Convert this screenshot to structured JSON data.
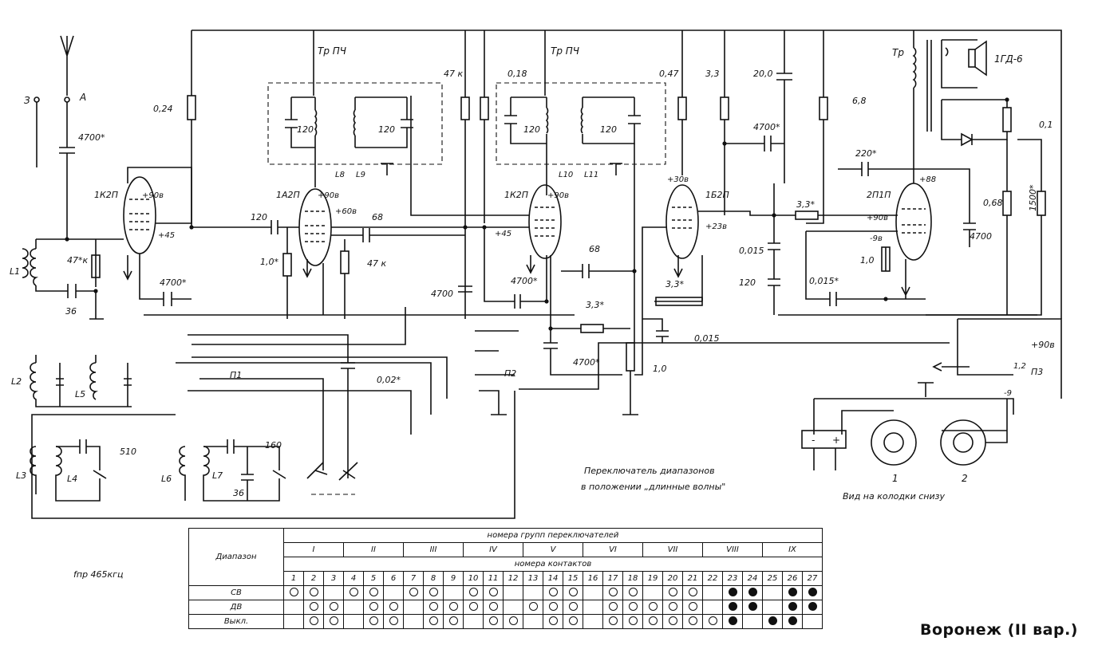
{
  "title": "Воронеж (II вар.)",
  "labels": {
    "tr_pch_1": "Тр ПЧ",
    "tr_pch_2": "Тр ПЧ",
    "tr_out": "Тр",
    "speaker": "1ГД-6",
    "ant_3": "З",
    "ant_a": "А",
    "c4700_ant": "4700*",
    "r024": "0,24",
    "r47k_top": "47 к",
    "r018": "0,18",
    "r047": "0,47",
    "r33_top": "3,3",
    "c200": "20,0",
    "r68": "6,8",
    "c4700_dec": "4700*",
    "c220": "220*",
    "r01": "0,1",
    "r068": "0,68",
    "r1500": "1500*",
    "v1": "1К2П",
    "v2": "1А2П",
    "v3": "1К2П",
    "v4": "1Б2П",
    "v5": "2П1П",
    "v1_90": "+90в",
    "v2_90": "+90в",
    "v2_60": "+60в",
    "v3_90": "+90в",
    "v1_45": "+45",
    "v3_45": "+45",
    "v4_30": "+30в",
    "v4_23": "+23в",
    "v5_88": "+88",
    "v5_90": "+90в",
    "v5_9": "-9в",
    "c120_a": "120",
    "c120_b": "120",
    "c120_c": "120",
    "c120_d": "120",
    "c120_grid": "120",
    "c68_a": "68",
    "c68_b": "68",
    "l8": "L8",
    "l9": "L9",
    "l10": "L10",
    "l11": "L11",
    "l1": "L1",
    "l2": "L2",
    "l3": "L3",
    "l4": "L4",
    "l5": "L5",
    "l6": "L6",
    "l7": "L7",
    "r47k_l1": "47*к",
    "c36_a": "36",
    "c36_b": "36",
    "c4700_v1": "4700*",
    "r10_a": "1,0*",
    "r47k_v2": "47 к",
    "c4700_mid": "4700",
    "c4700_v3": "4700*",
    "r33_d": "3,3*",
    "r33_e": "3,3*",
    "r33_f": "3,3*",
    "c0015_a": "0,015",
    "c0015_b": "0,015",
    "c0015_c": "0,015*",
    "c120_e": "120",
    "r10_b": "1,0",
    "r10_c": "1,0",
    "c4700_f": "4700*",
    "c4700_g": "4700",
    "c002": "0,02*",
    "c510": "510",
    "c160": "160",
    "p1": "П1",
    "p2": "П2",
    "p3": "П3",
    "p3_90": "+90в",
    "p3_12": "1,2",
    "p3_9": "-9",
    "switch_note_1": "Переключатель диапазонов",
    "switch_note_2": "в положении „длинные волны\"",
    "sockets_note": "Вид на колодки снизу",
    "socket_1": "1",
    "socket_2": "2",
    "fpr": "fпр 465кгц",
    "bat_minus": "-",
    "bat_plus": "+"
  },
  "table": {
    "header_range": "Диапазон",
    "header_groups": "номера групп переключателей",
    "header_contacts": "номера контактов",
    "groups": [
      "I",
      "II",
      "III",
      "IV",
      "V",
      "VI",
      "VII",
      "VIII",
      "IX"
    ],
    "contacts": [
      "1",
      "2",
      "3",
      "4",
      "5",
      "6",
      "7",
      "8",
      "9",
      "10",
      "11",
      "12",
      "13",
      "14",
      "15",
      "16",
      "17",
      "18",
      "19",
      "20",
      "21",
      "22",
      "23",
      "24",
      "25",
      "26",
      "27"
    ],
    "rows": [
      {
        "name": "СВ",
        "marks": [
          "o",
          "o",
          "",
          "o",
          "o",
          "",
          "o",
          "o",
          "",
          "o",
          "o",
          "",
          "",
          "o",
          "o",
          "",
          "o",
          "o",
          "",
          "o",
          "o",
          "",
          "f",
          "f",
          "",
          "f",
          "f"
        ]
      },
      {
        "name": "ДВ",
        "marks": [
          "",
          "o",
          "o",
          "",
          "o",
          "o",
          "",
          "o",
          "o",
          "o",
          "o",
          "",
          "o",
          "o",
          "o",
          "",
          "o",
          "o",
          "o",
          "o",
          "o",
          "",
          "f",
          "f",
          "",
          "f",
          "f"
        ]
      },
      {
        "name": "Выкл.",
        "marks": [
          "",
          "o",
          "o",
          "",
          "o",
          "o",
          "",
          "o",
          "o",
          "",
          "o",
          "o",
          "",
          "o",
          "o",
          "",
          "o",
          "o",
          "o",
          "o",
          "o",
          "o",
          "f",
          "",
          "f",
          "f",
          ""
        ]
      }
    ]
  }
}
